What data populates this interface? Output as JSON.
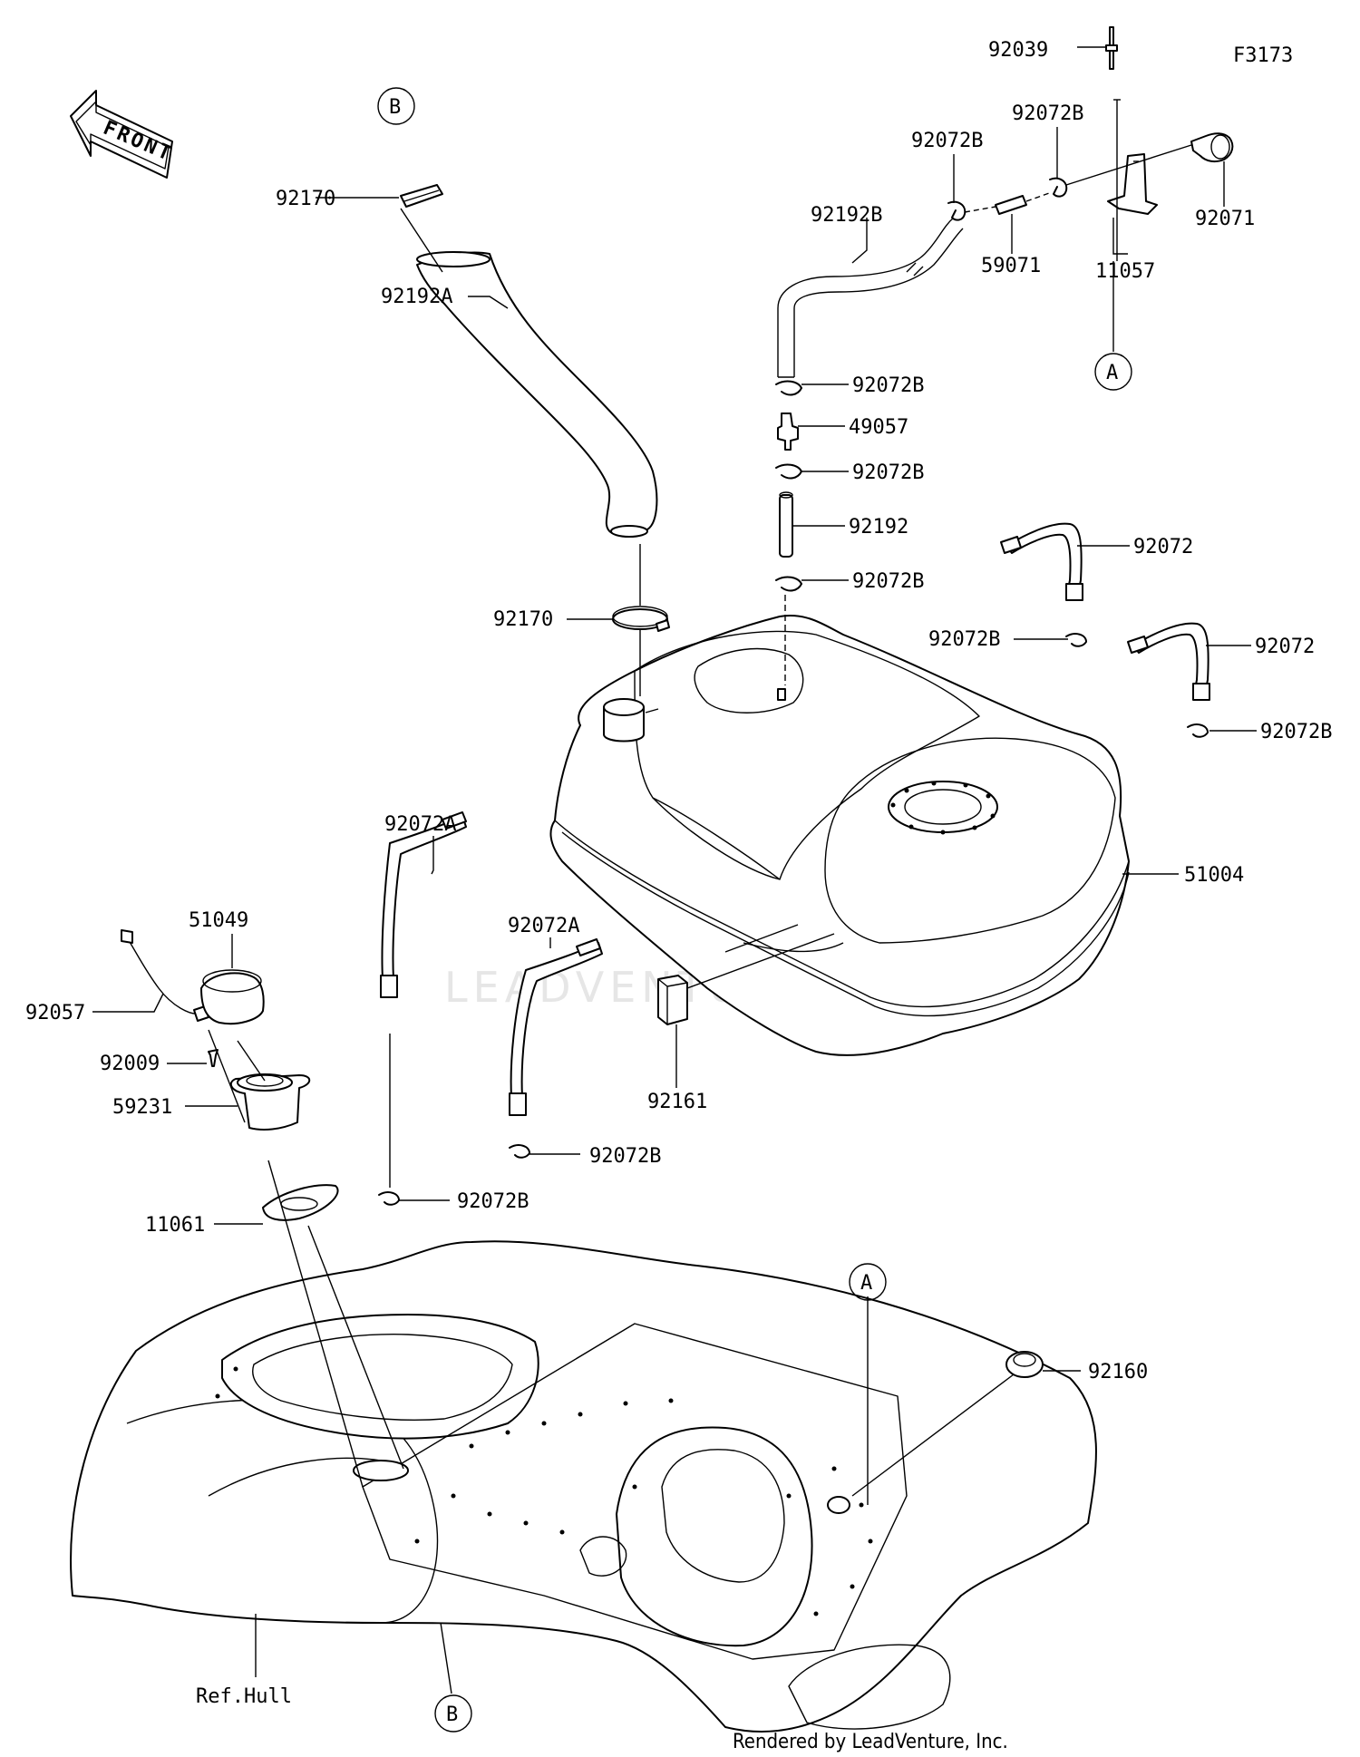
{
  "figure_code": "F3173",
  "front_label": "FRONT",
  "ref_label": "Ref.Hull",
  "footer": "Rendered by LeadVenture, Inc.",
  "watermark": "LEADVENTURE",
  "callouts": {
    "a_top": "A",
    "a_bottom": "A",
    "b_top": "B",
    "b_bottom": "B"
  },
  "parts": {
    "p92039": "92039",
    "p92072B_1": "92072B",
    "p92072B_2": "92072B",
    "p92071": "92071",
    "p92192B": "92192B",
    "p59071": "59071",
    "p11057": "11057",
    "p92170_top": "92170",
    "p92192A": "92192A",
    "p92072B_3": "92072B",
    "p49057": "49057",
    "p92072B_4": "92072B",
    "p92192": "92192",
    "p92072B_5": "92072B",
    "p92072_1": "92072",
    "p92170_bottom": "92170",
    "p92072B_6": "92072B",
    "p92072_2": "92072",
    "p92072B_7": "92072B",
    "p92072A_1": "92072A",
    "p51004": "51004",
    "p92072A_2": "92072A",
    "p51049": "51049",
    "p92057": "92057",
    "p92009": "92009",
    "p92161": "92161",
    "p59231": "59231",
    "p92072B_8": "92072B",
    "p92072B_9": "92072B",
    "p11061": "11061",
    "p92160": "92160"
  }
}
